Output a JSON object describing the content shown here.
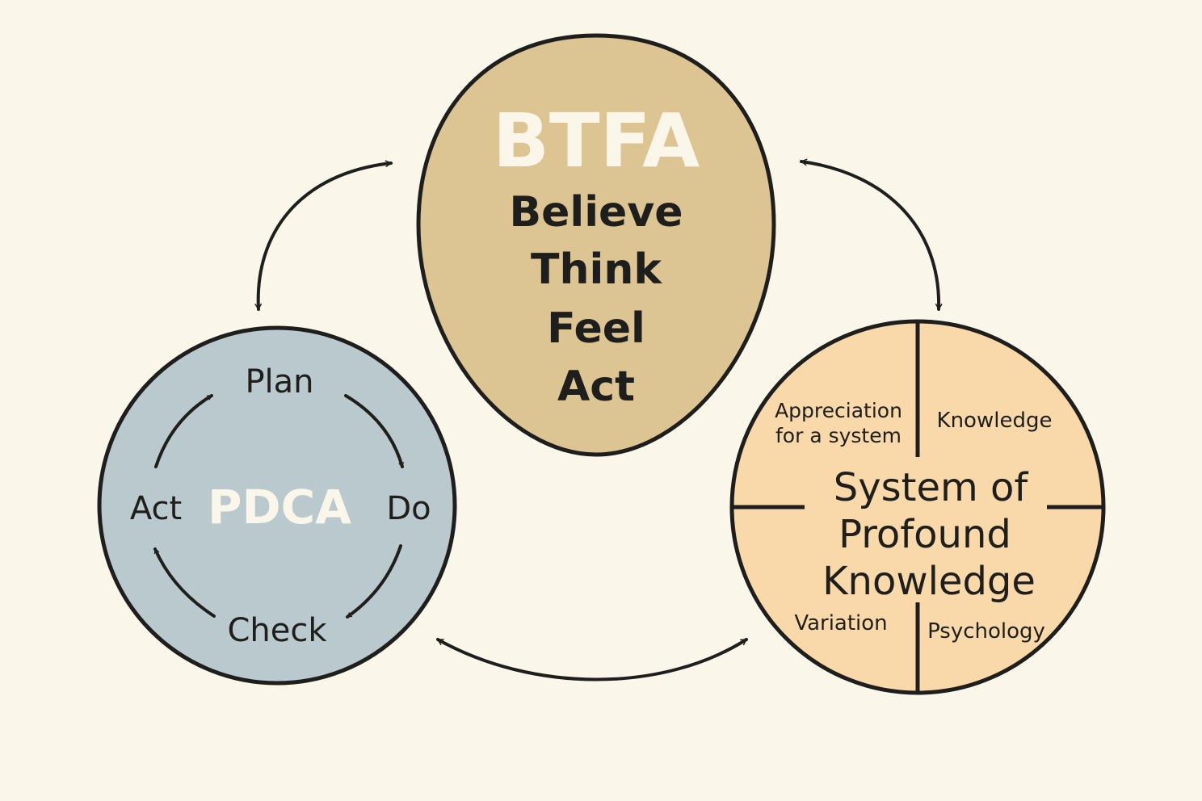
{
  "btfa": {
    "title": "BTFA",
    "words": [
      "Believe",
      "Think",
      "Feel",
      "Act"
    ],
    "color": "#dcc493"
  },
  "pdca": {
    "title": "PDCA",
    "steps": {
      "plan": "Plan",
      "do": "Do",
      "check": "Check",
      "act": "Act"
    },
    "color": "#b9c9cd"
  },
  "spk": {
    "title_lines": [
      "System of",
      "Profound",
      "Knowledge"
    ],
    "quadrants": {
      "top_left": [
        "Appreciation",
        "for a system"
      ],
      "top_right": "Knowledge",
      "bottom_left": "Variation",
      "bottom_right": "Psychology"
    },
    "color": "#f9d9aa"
  },
  "colors": {
    "background": "#fbf6ea",
    "outline": "#1e1f1c"
  }
}
